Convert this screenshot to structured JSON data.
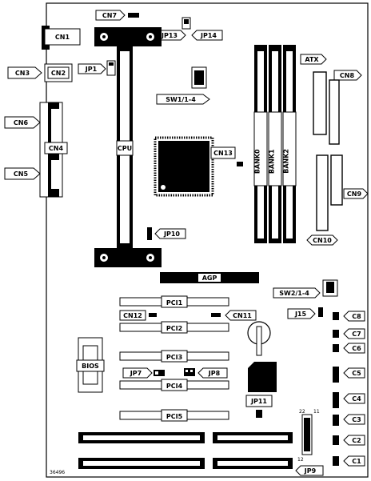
{
  "board": {
    "serial": "36496",
    "connectors": {
      "cn1": "CN1",
      "cn2": "CN2",
      "cn3": "CN3",
      "cn4": "CN4",
      "cn5": "CN5",
      "cn6": "CN6",
      "cn7": "CN7",
      "cn8": "CN8",
      "cn9": "CN9",
      "cn10": "CN10",
      "cn11": "CN11",
      "cn12": "CN12",
      "cn13": "CN13"
    },
    "jumpers": {
      "jp1": "JP1",
      "jp7": "JP7",
      "jp8": "JP8",
      "jp9": "JP9",
      "jp10": "JP10",
      "jp11": "JP11",
      "jp13": "JP13",
      "jp14": "JP14",
      "j15": "J15"
    },
    "switches": {
      "sw1": "SW1/1-4",
      "sw2": "SW2/1-4"
    },
    "components": {
      "cpu": "CPU",
      "atx": "ATX",
      "agp": "AGP",
      "bios": "BIOS"
    },
    "banks": [
      "BANK0",
      "BANK1",
      "BANK2"
    ],
    "pci_slots": [
      "PCI1",
      "PCI2",
      "PCI3",
      "PCI4",
      "PCI5"
    ],
    "c_labels": [
      "C1",
      "C2",
      "C3",
      "C4",
      "C5",
      "C6",
      "C7",
      "C8"
    ],
    "jp9_pins": {
      "left": "22",
      "right": "11",
      "bottom_left": "12"
    }
  }
}
